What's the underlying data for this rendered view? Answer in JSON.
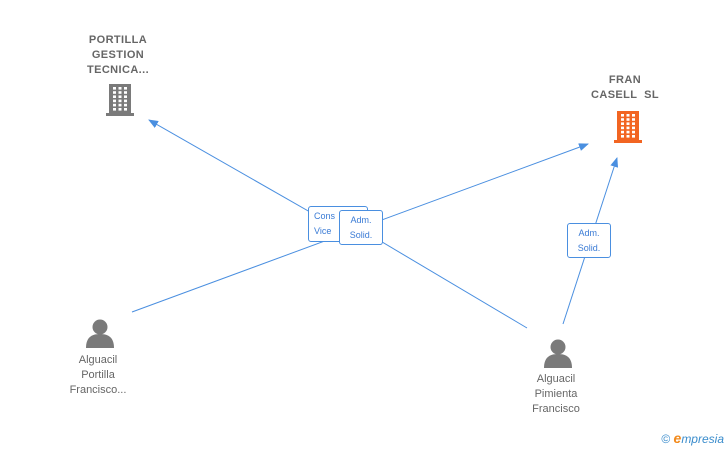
{
  "nodes": {
    "portilla": {
      "lines": [
        "PORTILLA",
        "GESTION",
        "TECNICA..."
      ],
      "color": "#7a7a7a",
      "icon": "building-icon"
    },
    "fran": {
      "lines": [
        "FRAN",
        "CASELL  SL"
      ],
      "color": "#f26522",
      "icon": "building-icon"
    },
    "alguacil_portilla": {
      "lines": [
        "Alguacil",
        "Portilla",
        "Francisco..."
      ],
      "color": "#7a7a7a",
      "icon": "person-icon"
    },
    "alguacil_pimienta": {
      "lines": [
        "Alguacil",
        "Pimienta",
        "Francisco"
      ],
      "color": "#7a7a7a",
      "icon": "person-icon"
    }
  },
  "edges": {
    "cons_vice": [
      "Cons",
      "Vice"
    ],
    "adm_solid_center": [
      "Adm.",
      "Solid."
    ],
    "adm_solid_right": [
      "Adm.",
      "Solid."
    ]
  },
  "colors": {
    "edge": "#4a8fe0",
    "label_text": "#666666"
  },
  "footer": {
    "copyright": "©",
    "brand_e": "e",
    "brand_rest": "mpresia"
  }
}
